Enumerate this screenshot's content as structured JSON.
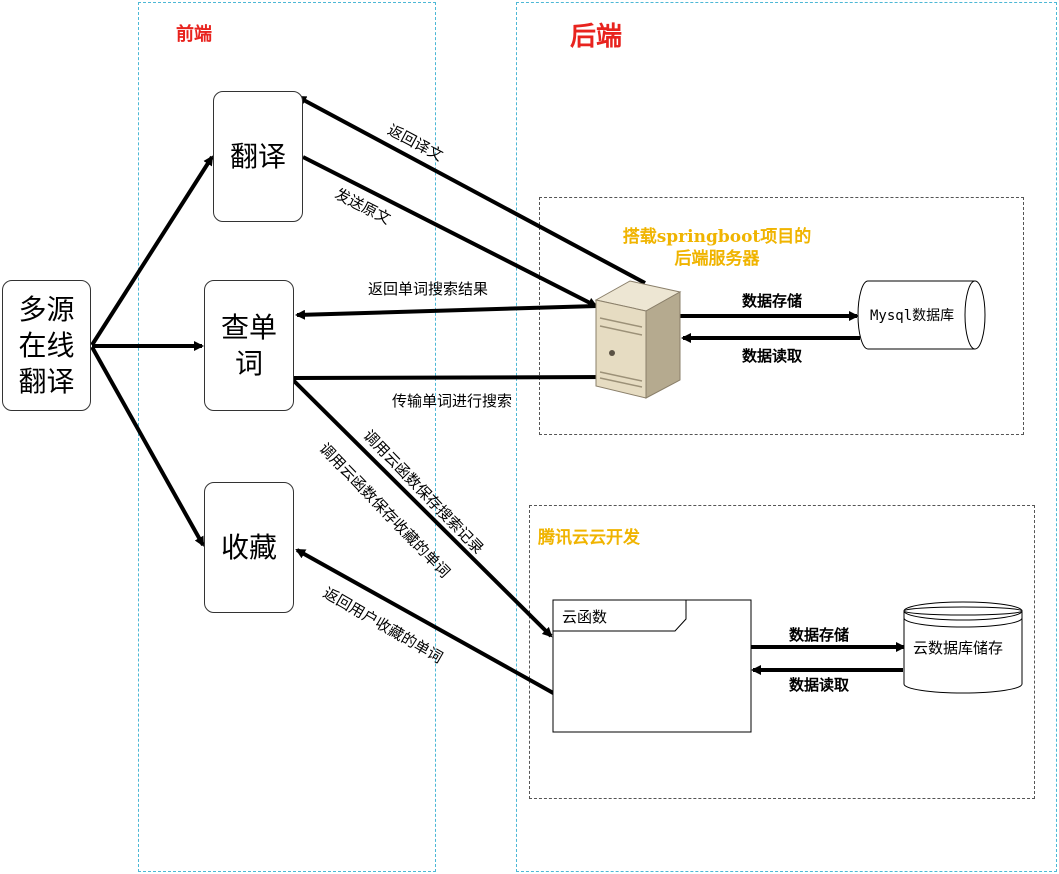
{
  "zones": {
    "frontend": "前端",
    "backend": "后端"
  },
  "nodes": {
    "source": "多源在线翻译",
    "source_lines": [
      "多源",
      "在线",
      "翻译"
    ],
    "translate": "翻译",
    "lookup_lines": [
      "查单",
      "词"
    ],
    "favorite": "收藏"
  },
  "server_group": {
    "title_lines": [
      "搭载springboot项目的",
      "后端服务器"
    ],
    "db_label": "Mysql数据库"
  },
  "cloud_group": {
    "title": "腾讯云云开发",
    "function_label": "云函数",
    "db_label": "云数据库储存"
  },
  "edges": {
    "return_translation": "返回译文",
    "send_source_text": "发送原文",
    "return_search_result": "返回单词搜索结果",
    "send_word_search": "传输单词进行搜索",
    "mysql_store": "数据存储",
    "mysql_read": "数据读取",
    "cloud_save_search": "调用云函数保存搜索记录",
    "cloud_save_favorite": "调用云函数保存收藏的单词",
    "return_favorites": "返回用户收藏的单词",
    "cloud_store": "数据存储",
    "cloud_read": "数据读取"
  },
  "colors": {
    "zone_border": "#4db8d6",
    "zone_title": "#e8231e",
    "group_title": "#f0b400",
    "arrow": "#000000"
  }
}
